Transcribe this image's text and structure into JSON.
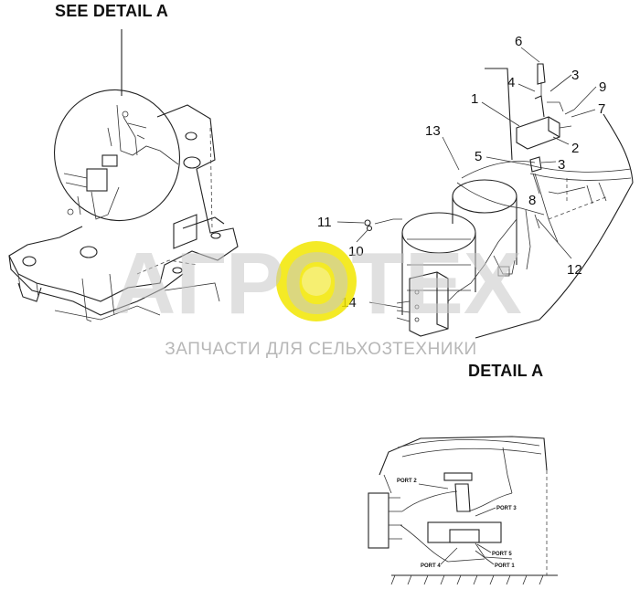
{
  "headings": {
    "see_detail": "SEE DETAIL A",
    "detail": "DETAIL A"
  },
  "callouts": [
    "1",
    "2",
    "3",
    "3",
    "4",
    "5",
    "6",
    "7",
    "8",
    "9",
    "10",
    "11",
    "12",
    "13",
    "14"
  ],
  "ports": [
    "PORT 2",
    "PORT 3",
    "PORT 5",
    "PORT 1",
    "PORT 4"
  ],
  "watermark": {
    "logo_text": "АГРОТЕХ",
    "subtitle": "ЗАПЧАСТИ ДЛЯ СЕЛЬХОЗТЕХНИКИ",
    "logo_color": "#f2e600"
  }
}
